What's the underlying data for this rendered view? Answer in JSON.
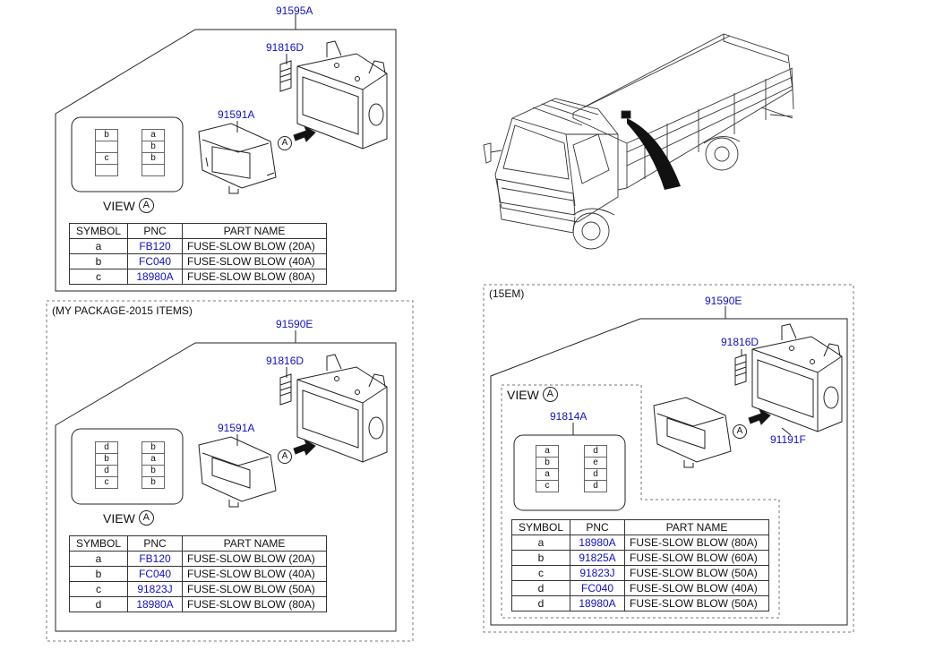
{
  "top_left": {
    "assembly_pnc": "91595A",
    "cover_pnc": "91816D",
    "box_pnc": "91591A",
    "view_label": "VIEW",
    "view_letter": "A",
    "arrow_letter": "A",
    "fuse_left": [
      "b",
      "",
      "c",
      ""
    ],
    "fuse_right": [
      "a",
      "b",
      "b",
      ""
    ],
    "table": {
      "headers": [
        "SYMBOL",
        "PNC",
        "PART NAME"
      ],
      "rows": [
        {
          "symbol": "a",
          "pnc": "FB120",
          "name": "FUSE-SLOW BLOW (20A)"
        },
        {
          "symbol": "b",
          "pnc": "FC040",
          "name": "FUSE-SLOW BLOW (40A)"
        },
        {
          "symbol": "c",
          "pnc": "18980A",
          "name": "FUSE-SLOW BLOW (80A)"
        }
      ]
    }
  },
  "bottom_left": {
    "section_tag": "(MY PACKAGE-2015 ITEMS)",
    "assembly_pnc": "91590E",
    "cover_pnc": "91816D",
    "box_pnc": "91591A",
    "view_label": "VIEW",
    "view_letter": "A",
    "arrow_letter": "A",
    "fuse_left": [
      "d",
      "b",
      "d",
      "c"
    ],
    "fuse_right": [
      "b",
      "a",
      "b",
      "b"
    ],
    "table": {
      "headers": [
        "SYMBOL",
        "PNC",
        "PART NAME"
      ],
      "rows": [
        {
          "symbol": "a",
          "pnc": "FB120",
          "name": "FUSE-SLOW BLOW (20A)"
        },
        {
          "symbol": "b",
          "pnc": "FC040",
          "name": "FUSE-SLOW BLOW (40A)"
        },
        {
          "symbol": "c",
          "pnc": "91823J",
          "name": "FUSE-SLOW BLOW (50A)"
        },
        {
          "symbol": "d",
          "pnc": "18980A",
          "name": "FUSE-SLOW BLOW (80A)"
        }
      ]
    }
  },
  "right": {
    "section_tag": "(15EM)",
    "assembly_pnc": "91590E",
    "cover_pnc": "91816D",
    "housing_pnc": "91191F",
    "view_label": "VIEW",
    "view_letter": "A",
    "arrow_letter": "A",
    "block_pnc": "91814A",
    "fuse_left": [
      "a",
      "b",
      "a",
      "c"
    ],
    "fuse_right": [
      "d",
      "e",
      "d",
      "d"
    ],
    "table": {
      "headers": [
        "SYMBOL",
        "PNC",
        "PART NAME"
      ],
      "rows": [
        {
          "symbol": "a",
          "pnc": "18980A",
          "name": "FUSE-SLOW BLOW (80A)"
        },
        {
          "symbol": "b",
          "pnc": "91825A",
          "name": "FUSE-SLOW BLOW (60A)"
        },
        {
          "symbol": "c",
          "pnc": "91823J",
          "name": "FUSE-SLOW BLOW (50A)"
        },
        {
          "symbol": "d",
          "pnc": "FC040",
          "name": "FUSE-SLOW BLOW (40A)"
        },
        {
          "symbol": "d",
          "pnc": "18980A",
          "name": "FUSE-SLOW BLOW (50A)"
        }
      ]
    }
  }
}
